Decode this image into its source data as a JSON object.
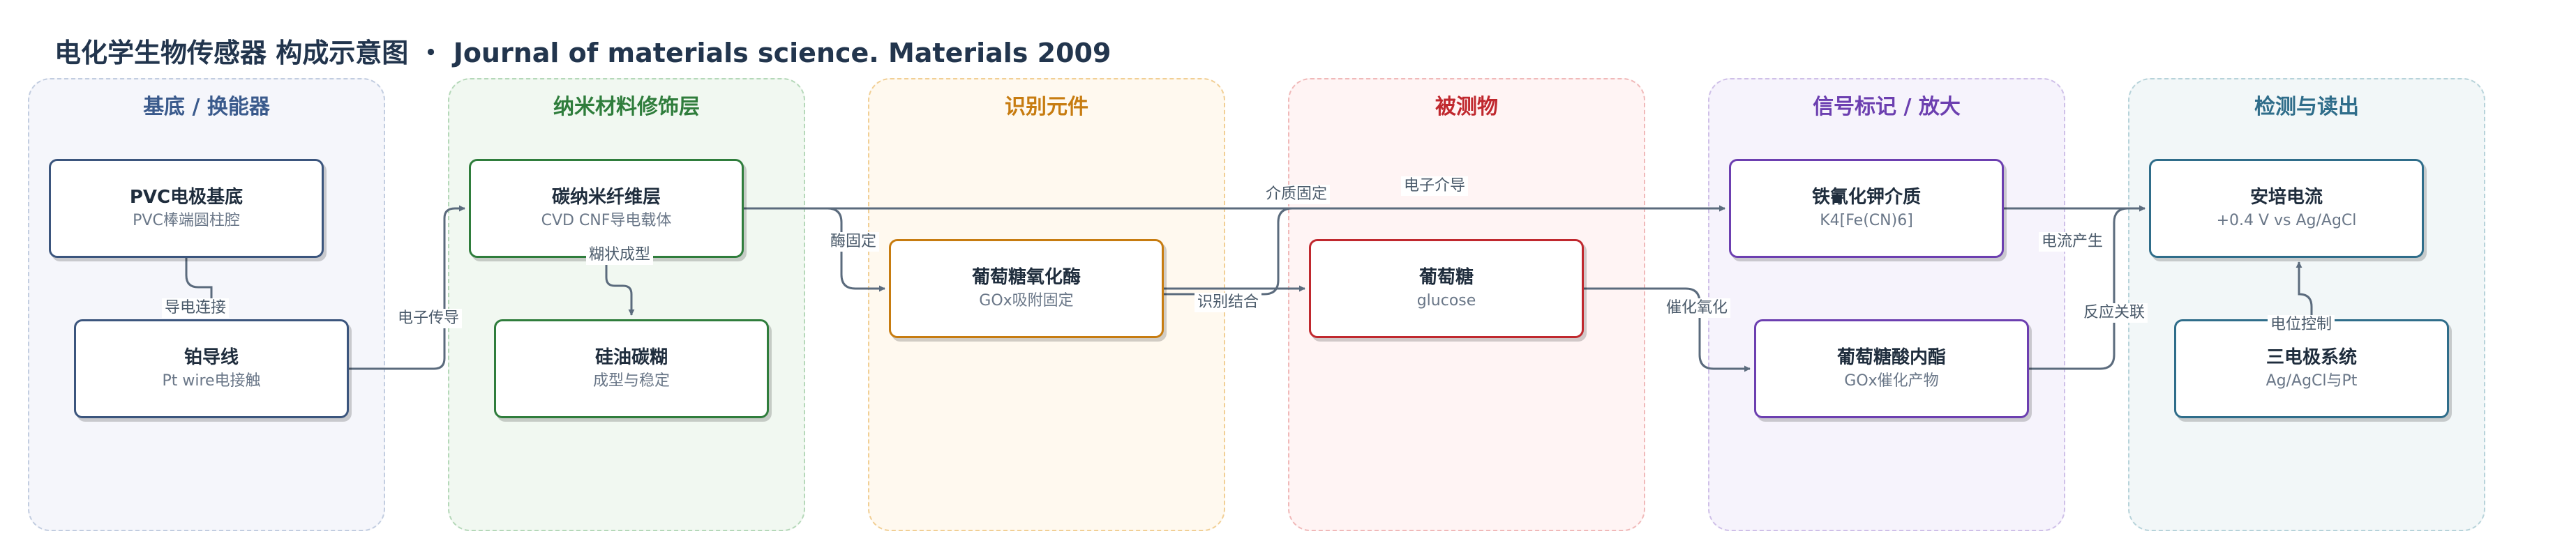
{
  "title": "电化学生物传感器 构成示意图 ・ Journal of materials science. Materials 2009",
  "groups": [
    {
      "title": "基底 / 换能器",
      "bg": "#f5f6fb",
      "border": "#c2cde0",
      "color": "#3a5a8c"
    },
    {
      "title": "纳米材料修饰层",
      "bg": "#f1f8f1",
      "border": "#b5d8b9",
      "color": "#2f7d3c"
    },
    {
      "title": "识别元件",
      "bg": "#fff9ef",
      "border": "#f1cf95",
      "color": "#c77c10"
    },
    {
      "title": "被测物",
      "bg": "#fff4f4",
      "border": "#f0b9b9",
      "color": "#c0282e"
    },
    {
      "title": "信号标记 / 放大",
      "bg": "#f6f3fc",
      "border": "#cfc0e8",
      "color": "#6c3fb0"
    },
    {
      "title": "检测与读出",
      "bg": "#f2f7f8",
      "border": "#b7d3da",
      "color": "#2f6d8a"
    }
  ],
  "nodes": {
    "pvc": {
      "title": "PVC电极基底",
      "sub": "PVC棒端圆柱腔",
      "border": "#3b557d",
      "subcolor": "#6a7788"
    },
    "pt": {
      "title": "铂导线",
      "sub": "Pt wire电接触",
      "border": "#3b557d",
      "subcolor": "#6a7788"
    },
    "cnf": {
      "title": "碳纳米纤维层",
      "sub": "CVD CNF导电载体",
      "border": "#2f7d3c",
      "subcolor": "#6a7788"
    },
    "paste": {
      "title": "硅油碳糊",
      "sub": "成型与稳定",
      "border": "#2f7d3c",
      "subcolor": "#6a7788"
    },
    "gox": {
      "title": "葡萄糖氧化酶",
      "sub": "GOx吸附固定",
      "border": "#c77c10",
      "subcolor": "#6a7788"
    },
    "glucose": {
      "title": "葡萄糖",
      "sub": "glucose",
      "border": "#c0282e",
      "subcolor": "#6a7788"
    },
    "ferri": {
      "title": "铁氰化钾介质",
      "sub": "K4[Fe(CN)6]",
      "border": "#6c3fb0",
      "subcolor": "#6a7788"
    },
    "lactone": {
      "title": "葡萄糖酸内酯",
      "sub": "GOx催化产物",
      "border": "#6c3fb0",
      "subcolor": "#6a7788"
    },
    "amp": {
      "title": "安培电流",
      "sub": "+0.4 V vs Ag/AgCl",
      "border": "#2f6d8a",
      "subcolor": "#6a7788"
    },
    "tri": {
      "title": "三电极系统",
      "sub": "Ag/AgCl与Pt",
      "border": "#2f6d8a",
      "subcolor": "#6a7788"
    }
  },
  "edges": [
    {
      "from": "pvc",
      "to": "pt",
      "label": "导电连接"
    },
    {
      "from": "pt",
      "to": "cnf",
      "label": "电子传导"
    },
    {
      "from": "cnf",
      "to": "paste",
      "label": "糊状成型"
    },
    {
      "from": "cnf",
      "to": "gox",
      "label": "酶固定"
    },
    {
      "from": "cnf",
      "to": "ferri",
      "label": "电子介导"
    },
    {
      "from": "gox",
      "to": "ferri",
      "label": "介质固定"
    },
    {
      "from": "gox",
      "to": "glucose",
      "label": "识别结合"
    },
    {
      "from": "glucose",
      "to": "lactone",
      "label": "催化氧化"
    },
    {
      "from": "ferri",
      "to": "amp",
      "label": "电流产生"
    },
    {
      "from": "lactone",
      "to": "amp",
      "label": "反应关联"
    },
    {
      "from": "tri",
      "to": "amp",
      "label": "电位控制"
    }
  ],
  "edge_color": "#5b6b7d"
}
